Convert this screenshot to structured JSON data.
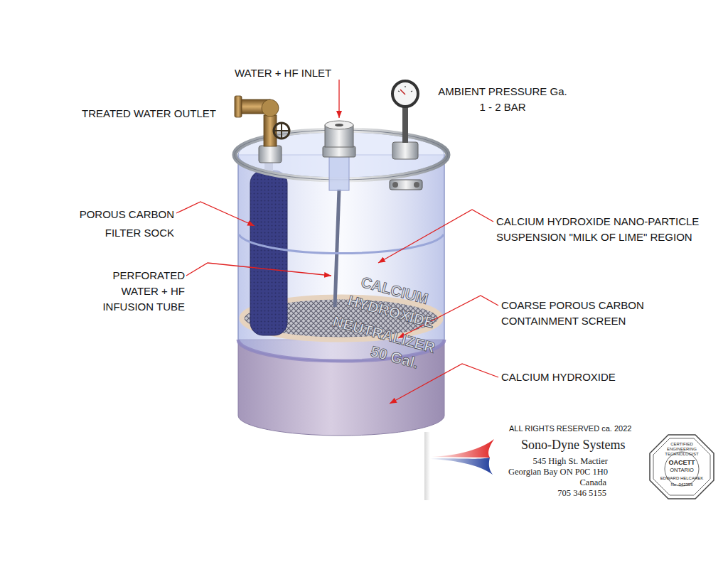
{
  "diagram": {
    "nodes": [
      {
        "text": [
          "Sono-Dyne Systems",
          "545 High St. Mactier",
          "Georgian Bay ON P0C 1H0",
          "Canada",
          "705 346 5155"
        ]
      },
      {
        "text": [
          "CERTIFIED ENGINEERING TECHNOLOGIST",
          "OACETT",
          "ONTARIO",
          "EDWARD HELCAREK",
          "No. 042356"
        ]
      }
    ],
    "labels": [
      "WATER + HF INLET",
      "AMBIENT PRESSURE Ga. 1 - 2 BAR",
      "TREATED WATER OUTLET",
      "POROUS CARBON FILTER SOCK",
      "PERFORATED WATER + HF INFUSION TUBE",
      "CALCIUM HYDROXIDE NANO-PARTICLE SUSPENSION \"MILK OF LIME\" REGION",
      "COARSE POROUS CARBON CONTAINMENT SCREEN",
      "CALCIUM HYDROXIDE",
      "CALCIUM",
      "HYDROXIDE",
      "NEUTRALIZER",
      "50 Gal.",
      "ALL RIGHTS RESERVED ca. 2022"
    ]
  }
}
